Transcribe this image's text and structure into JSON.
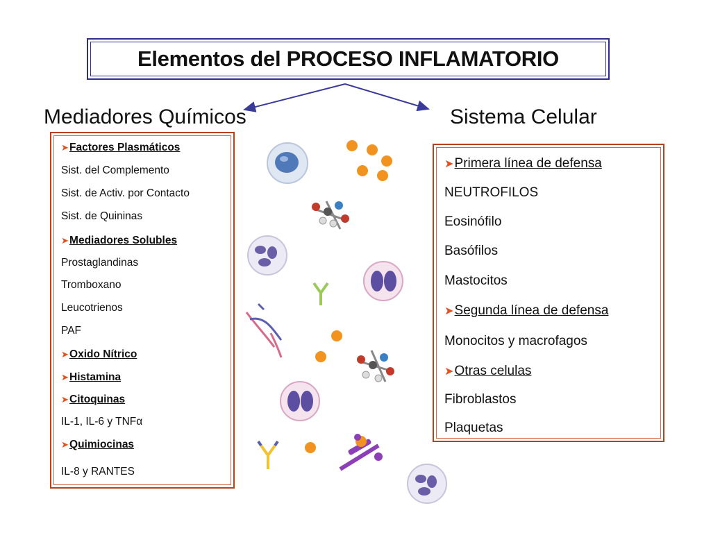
{
  "title": "Elementos del PROCESO INFLAMATORIO",
  "bullet_glyph": "➤",
  "left_heading": "Mediadores Químicos",
  "right_heading": "Sistema Celular",
  "left_list": [
    {
      "text": "Factores Plasmáticos",
      "header": true
    },
    {
      "text": "Sist. del Complemento",
      "header": false
    },
    {
      "text": "Sist. de Activ. por Contacto",
      "header": false
    },
    {
      "text": "Sist. de Quininas",
      "header": false
    },
    {
      "text": "Mediadores Solubles",
      "header": true
    },
    {
      "text": "Prostaglandinas",
      "header": false
    },
    {
      "text": "Tromboxano",
      "header": false
    },
    {
      "text": "Leucotrienos",
      "header": false
    },
    {
      "text": "PAF",
      "header": false
    },
    {
      "text": "Oxido Nítrico",
      "header": true
    },
    {
      "text": "Histamina",
      "header": true
    },
    {
      "text": "Citoquinas",
      "header": true
    },
    {
      "text": "IL-1, IL-6 y TNFα",
      "header": false
    },
    {
      "text": "Quimiocinas",
      "header": true
    },
    {
      "text": "IL-8 y  RANTES",
      "header": false
    }
  ],
  "right_list": [
    {
      "text": "Primera línea de defensa",
      "header": true
    },
    {
      "text": "NEUTROFILOS",
      "header": false
    },
    {
      "text": "Eosinófilo",
      "header": false
    },
    {
      "text": "Basófilos",
      "header": false
    },
    {
      "text": "Mastocitos",
      "header": false
    },
    {
      "text": "Segunda línea de defensa",
      "header": true
    },
    {
      "text": "Monocitos y macrofagos",
      "header": false
    },
    {
      "text": "Otras celulas",
      "header": true
    },
    {
      "text": "Fibroblastos",
      "header": false
    },
    {
      "text": "Plaquetas",
      "header": false
    }
  ],
  "colors": {
    "title_border": "#2e2e8f",
    "list_border": "#b8401c",
    "bullet": "#e0521e",
    "arrow": "#3a3a9a",
    "dot": "#f2931f"
  }
}
